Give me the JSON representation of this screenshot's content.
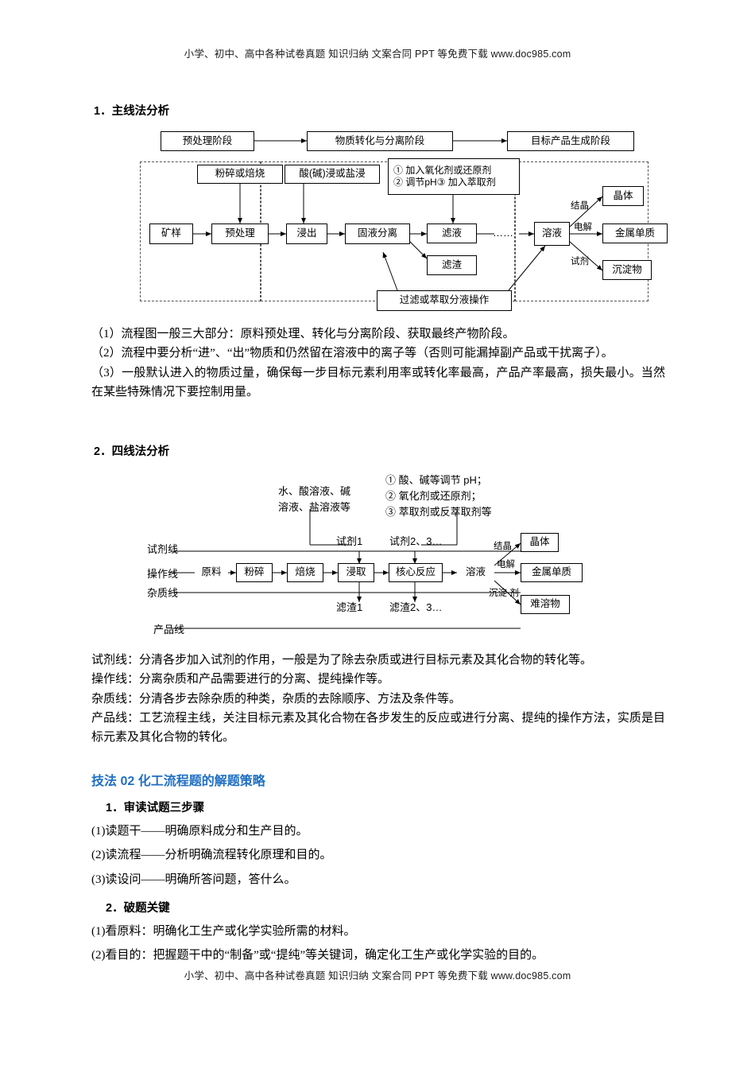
{
  "header_note": "小学、初中、高中各种试卷真题 知识归纳 文案合同 PPT 等免费下载  www.doc985.com",
  "footer_note": "小学、初中、高中各种试卷真题 知识归纳 文案合同 PPT 等免费下载  www.doc985.com",
  "section1": {
    "heading": "1．主线法分析",
    "notes": [
      "（1）流程图一般三大部分：原料预处理、转化与分离阶段、获取最终产物阶段。",
      "（2）流程中要分析“进”、“出”物质和仍然留在溶液中的离子等（否则可能漏掉副产品或干扰离子）。",
      "（3）一般默认进入的物质过量，确保每一步目标元素利用率或转化率最高，产品产率最高，损失最小。当然在某些特殊情况下要控制用量。"
    ],
    "diagram": {
      "top_stages": [
        "预处理阶段",
        "物质转化与分离阶段",
        "目标产品生成阶段"
      ],
      "row_upper": [
        "粉碎或焙烧",
        "酸(碱)浸或盐浸"
      ],
      "reagent_box": "① 加入氧化剂或还原剂\n② 调节pH③ 加入萃取剂",
      "reagent_line1": "① 加入氧化剂或还原剂",
      "reagent_line2": "② 调节pH③ 加入萃取剂",
      "main_chain": [
        "矿样",
        "预处理",
        "浸出",
        "固液分离"
      ],
      "filtrate": "滤液",
      "residue": "滤渣",
      "dots": "……",
      "solution": "溶液",
      "bottom_op": "过滤或萃取分液操作",
      "products": [
        "晶体",
        "金属单质",
        "沉淀物"
      ],
      "product_labels": [
        "结晶",
        "电解",
        "试剂"
      ]
    }
  },
  "section2": {
    "heading": "2．四线法分析",
    "diagram": {
      "left_reagents": [
        "水、酸溶液、碱",
        "溶液、盐溶液等"
      ],
      "right_reagents": [
        "① 酸、碱等调节 pH；",
        "② 氧化剂或还原剂；",
        "③ 萃取剂或反萃取剂等"
      ],
      "line_labels": [
        "试剂线",
        "操作线",
        "杂质线",
        "产品线"
      ],
      "reagent_marks": [
        "试剂1",
        "试剂2、3…"
      ],
      "chain": [
        "原料",
        "粉碎",
        "焙烧",
        "浸取",
        "核心反应",
        "溶液"
      ],
      "residues": [
        "滤渣1",
        "滤渣2、3…"
      ],
      "products": [
        "晶体",
        "金属单质",
        "难溶物"
      ],
      "product_labels": [
        "结晶",
        "电解",
        "沉淀 剂"
      ]
    },
    "notes": [
      "试剂线：分清各步加入试剂的作用，一般是为了除去杂质或进行目标元素及其化合物的转化等。",
      "操作线：分离杂质和产品需要进行的分离、提纯操作等。",
      "杂质线：分清各步去除杂质的种类，杂质的去除顺序、方法及条件等。",
      "产品线：工艺流程主线，关注目标元素及其化合物在各步发生的反应或进行分离、提纯的操作方法，实质是目标元素及其化合物的转化。"
    ]
  },
  "section3": {
    "title": "技法 02 化工流程题的解题策略",
    "sub1_heading": "1．审读试题三步骤",
    "sub1_items": [
      "(1)读题干——明确原料成分和生产目的。",
      "(2)读流程——分析明确流程转化原理和目的。",
      "(3)读设问——明确所答问题，答什么。"
    ],
    "sub2_heading": "2．破题关键",
    "sub2_items": [
      "(1)看原料：明确化工生产或化学实验所需的材料。",
      "(2)看目的：把握题干中的“制备”或“提纯”等关键词，确定化工生产或化学实验的目的。"
    ]
  }
}
